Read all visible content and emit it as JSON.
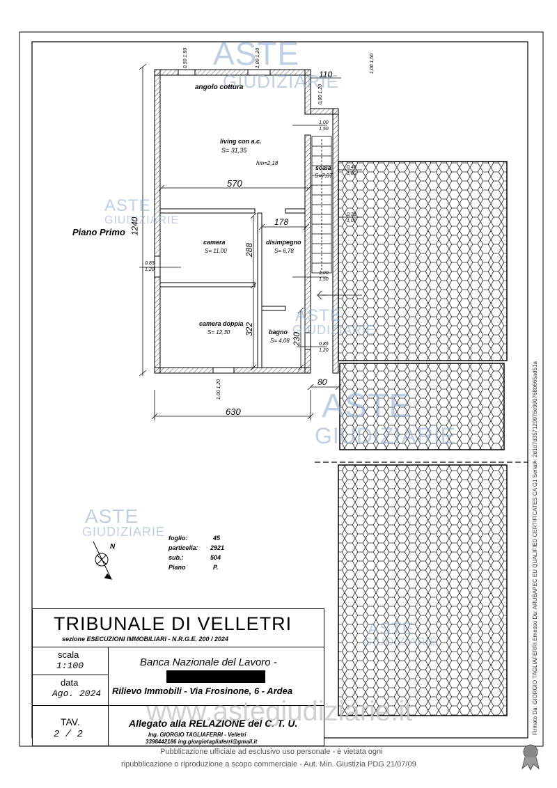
{
  "watermark": {
    "line1": "ASTE",
    "line2": "GIUDIZIARIE",
    "site": "www.astegiudiziarie.it"
  },
  "plan": {
    "floor_label": "Piano Primo",
    "rooms": [
      {
        "name": "angolo cottura",
        "area": ""
      },
      {
        "name": "living con a.c.",
        "area": "S=  31,35",
        "extra": "hm=2,18"
      },
      {
        "name": "scala",
        "area": "S=7,07"
      },
      {
        "name": "camera",
        "area": "S= 11,00"
      },
      {
        "name": "disimpegno",
        "area": "S= 6,78"
      },
      {
        "name": "camera doppia",
        "area": "S= 12,30"
      },
      {
        "name": "bagno",
        "area": "S= 4,08"
      }
    ],
    "dims": {
      "d110": "110",
      "d570": "570",
      "d1240": "1240",
      "d178": "178",
      "d288": "288",
      "d322": "322",
      "d230": "230",
      "d80": "80",
      "d630": "630"
    },
    "openings": {
      "w1a": "0,50",
      "w1b": "1,50",
      "w2a": "1,00",
      "w2b": "1,20",
      "w3a": "0,80",
      "w3b": "1,20",
      "w4a": "1,00",
      "w4b": "1,50",
      "w5a": "1,00",
      "w5b": "1,50",
      "w6a": "0,40",
      "w6b": "1,00",
      "w7a": "0,30",
      "w7b": "1,00",
      "w8a": "0,85",
      "w8b": "1,20",
      "w9a": "1,00",
      "w9b": "1,50",
      "w10a": "0,85",
      "w10b": "1,20",
      "w11a": "1,00",
      "w11b": "1,20"
    }
  },
  "compass": {
    "north": "N"
  },
  "cadastre": {
    "foglio_label": "foglio:",
    "foglio": "45",
    "particella_label": "particella:",
    "particella": "2921",
    "sub_label": "sub.:",
    "sub": "504",
    "piano_label": "Piano",
    "piano": "P."
  },
  "title_block": {
    "court": "TRIBUNALE DI VELLETRI",
    "section": "sezione ESECUZIONI IMMOBILIARI  -  N.R.G.E.  200 / 2024",
    "scala_label": "scala",
    "scala_value": "1:100",
    "data_label": "data",
    "data_value": "Ago. 2024",
    "tav_label": "TAV.",
    "tav_value": "2  /  2",
    "party": "Banca Nazionale del Lavoro -",
    "rilievo": "Rilievo Immobili - Via Frosinone, 6 - Ardea",
    "allegato": "Allegato alla RELAZIONE  del C. T. U.",
    "engineer": "Ing. GIORGIO TAGLIAFERRI  -  Velletri",
    "contact": "3398442186  ing.giorgiotagliaferri@gmail.it"
  },
  "footer": {
    "line1": "Pubblicazione ufficiale ad esclusivo uso personale - è vietata ogni",
    "line2": "ripubblicazione o riproduzione a scopo commerciale - Aut. Min. Giustizia PDG 21/07/09"
  },
  "signature": "Firmato Da: GIORGIO TAGLIAFERRI Emesso Da: ARUBAPEC EU QUALIFIED CERTIFICATES CA G1 Serial#: 2d1d7d357129976e990768b665ad51a"
}
